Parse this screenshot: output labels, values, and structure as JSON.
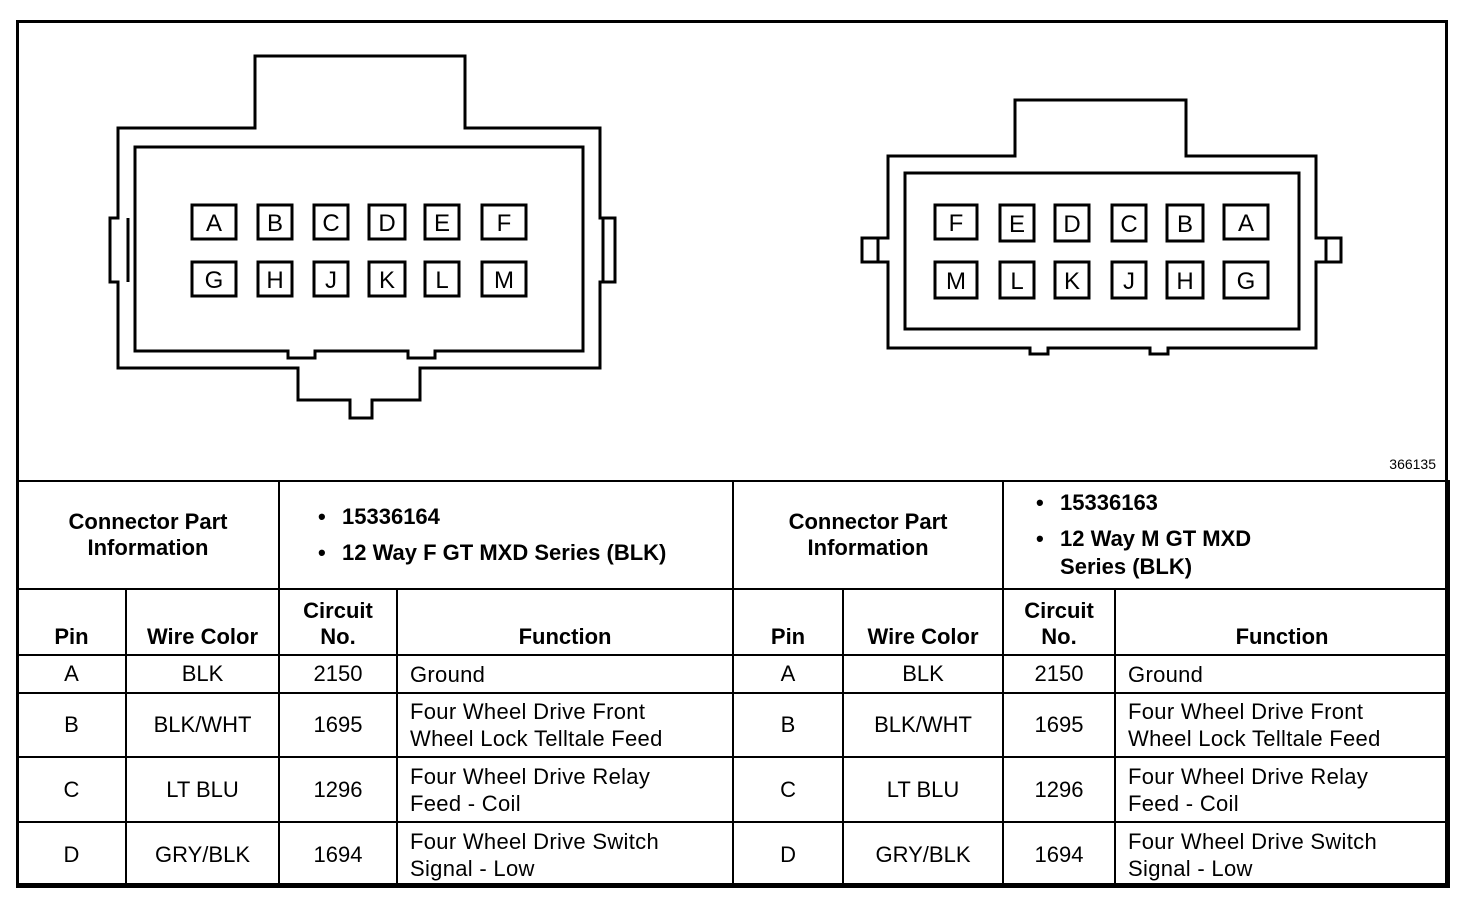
{
  "figure_number": "366135",
  "connector_left": {
    "pins_row1": [
      "A",
      "B",
      "C",
      "D",
      "E",
      "F"
    ],
    "pins_row2": [
      "G",
      "H",
      "J",
      "K",
      "L",
      "M"
    ]
  },
  "connector_right": {
    "pins_row1": [
      "F",
      "E",
      "D",
      "C",
      "B",
      "A"
    ],
    "pins_row2": [
      "M",
      "L",
      "K",
      "J",
      "H",
      "G"
    ]
  },
  "table": {
    "info_label_line1": "Connector Part",
    "info_label_line2": "Information",
    "left_part_number": "15336164",
    "left_part_desc": "12 Way F GT MXD Series (BLK)",
    "right_part_number": "15336163",
    "right_part_desc_line1": "12 Way M GT MXD",
    "right_part_desc_line2": "Series (BLK)",
    "headers": {
      "pin": "Pin",
      "wire_color": "Wire Color",
      "circuit_line1": "Circuit",
      "circuit_line2": "No.",
      "function": "Function"
    },
    "rows": [
      {
        "pin": "A",
        "wire": "BLK",
        "circuit": "2150",
        "func1": "Ground",
        "func2": ""
      },
      {
        "pin": "B",
        "wire": "BLK/WHT",
        "circuit": "1695",
        "func1": "Four Wheel Drive Front",
        "func2": "Wheel Lock Telltale Feed"
      },
      {
        "pin": "C",
        "wire": "LT BLU",
        "circuit": "1296",
        "func1": "Four Wheel Drive Relay",
        "func2": "Feed - Coil"
      },
      {
        "pin": "D",
        "wire": "GRY/BLK",
        "circuit": "1694",
        "func1": "Four Wheel Drive Switch",
        "func2": "Signal - Low"
      }
    ]
  }
}
